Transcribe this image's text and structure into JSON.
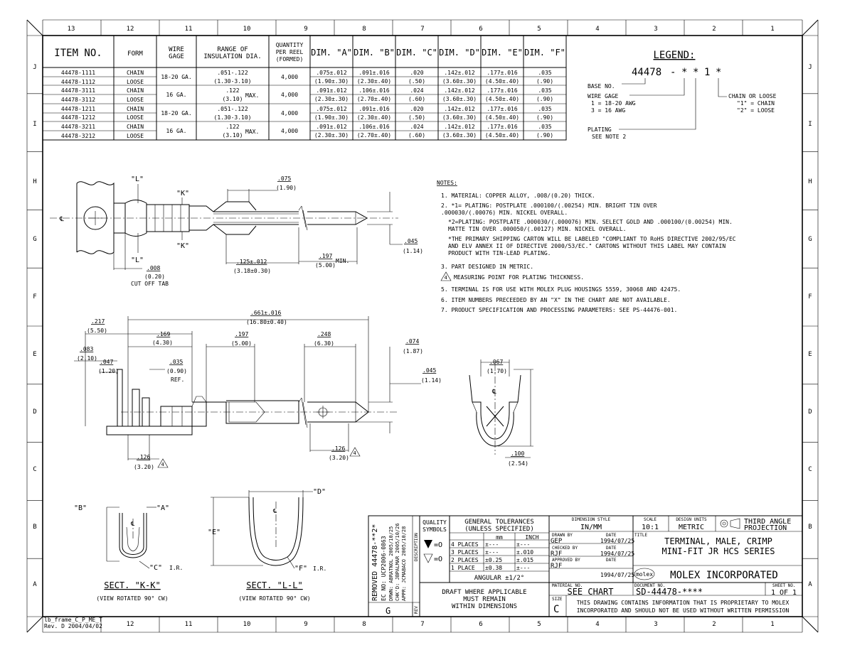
{
  "border": {
    "top_zones": [
      "13",
      "12",
      "11",
      "10",
      "9",
      "8",
      "7",
      "6",
      "5",
      "4",
      "3",
      "2",
      "1"
    ],
    "bottom_zones": [
      "12",
      "11",
      "10",
      "9",
      "8",
      "7",
      "6",
      "5",
      "4",
      "3",
      "2",
      "1"
    ],
    "side_zones": [
      "J",
      "I",
      "H",
      "G",
      "F",
      "E",
      "D",
      "C",
      "B",
      "A"
    ],
    "frame_name": "lb_frame_C_P_ME_T",
    "frame_rev": "Rev. D 2004/04/02"
  },
  "table": {
    "headers": [
      "ITEM NO.",
      "FORM",
      "WIRE GAGE",
      "RANGE OF INSULATION DIA.",
      "QUANTITY PER REEL (FORMED)",
      "DIM. \"A\"",
      "DIM. \"B\"",
      "DIM. \"C\"",
      "DIM. \"D\"",
      "DIM. \"E\"",
      "DIM. \"F\""
    ],
    "header_lines": {
      "wire": [
        "WIRE",
        "GAGE"
      ],
      "range": [
        "RANGE OF",
        "INSULATION DIA."
      ],
      "qty": [
        "QUANTITY",
        "PER REEL",
        "(FORMED)"
      ]
    },
    "rows": [
      {
        "item": [
          "44478-1111",
          "44478-1112"
        ],
        "form": [
          "CHAIN",
          "LOOSE"
        ],
        "gage": "18-20 GA.",
        "range": [
          ".051-.122",
          "(1.30-3.10)"
        ],
        "range_max": "",
        "qty": "4,000",
        "a": [
          ".075±.012",
          "(1.90±.30)"
        ],
        "b": [
          ".091±.016",
          "(2.30±.40)"
        ],
        "c": [
          ".020",
          "(.50)"
        ],
        "d": [
          ".142±.012",
          "(3.60±.30)"
        ],
        "e": [
          ".177±.016",
          "(4.50±.40)"
        ],
        "f": [
          ".035",
          "(.90)"
        ]
      },
      {
        "item": [
          "44478-3111",
          "44478-3112"
        ],
        "form": [
          "CHAIN",
          "LOOSE"
        ],
        "gage": "16 GA.",
        "range": [
          ".122",
          "(3.10)"
        ],
        "range_max": "MAX.",
        "qty": "4,000",
        "a": [
          ".091±.012",
          "(2.30±.30)"
        ],
        "b": [
          ".106±.016",
          "(2.70±.40)"
        ],
        "c": [
          ".024",
          "(.60)"
        ],
        "d": [
          ".142±.012",
          "(3.60±.30)"
        ],
        "e": [
          ".177±.016",
          "(4.50±.40)"
        ],
        "f": [
          ".035",
          "(.90)"
        ]
      },
      {
        "item": [
          "44478-1211",
          "44478-1212"
        ],
        "form": [
          "CHAIN",
          "LOOSE"
        ],
        "gage": "18-20 GA.",
        "range": [
          ".051-.122",
          "(1.30-3.10)"
        ],
        "range_max": "",
        "qty": "4,000",
        "a": [
          ".075±.012",
          "(1.90±.30)"
        ],
        "b": [
          ".091±.016",
          "(2.30±.40)"
        ],
        "c": [
          ".020",
          "(.50)"
        ],
        "d": [
          ".142±.012",
          "(3.60±.30)"
        ],
        "e": [
          ".177±.016",
          "(4.50±.40)"
        ],
        "f": [
          ".035",
          "(.90)"
        ]
      },
      {
        "item": [
          "44478-3211",
          "44478-3212"
        ],
        "form": [
          "CHAIN",
          "LOOSE"
        ],
        "gage": "16 GA.",
        "range": [
          ".122",
          "(3.10)"
        ],
        "range_max": "MAX.",
        "qty": "4,000",
        "a": [
          ".091±.012",
          "(2.30±.30)"
        ],
        "b": [
          ".106±.016",
          "(2.70±.40)"
        ],
        "c": [
          ".024",
          "(.60)"
        ],
        "d": [
          ".142±.012",
          "(3.60±.30)"
        ],
        "e": [
          ".177±.016",
          "(4.50±.40)"
        ],
        "f": [
          ".035",
          "(.90)"
        ]
      }
    ]
  },
  "legend": {
    "title": "LEGEND:",
    "code": [
      "44478",
      "-",
      "*",
      "*",
      "1",
      "*"
    ],
    "base_no": "BASE NO.",
    "wire_gage": [
      "WIRE GAGE",
      "1 = 18-20 AWG",
      "3 = 16 AWG"
    ],
    "chain": [
      "CHAIN OR LOOSE",
      "\"1\" = CHAIN",
      "\"2\" = LOOSE"
    ],
    "plating": [
      "PLATING",
      "SEE NOTE 2"
    ]
  },
  "notes": {
    "title": "NOTES:",
    "lines": [
      "1. MATERIAL: COPPER ALLOY, .008/(0.20) THICK.",
      "2. *1= PLATING: POSTPLATE .000100/(.00254) MIN. BRIGHT TIN OVER",
      "   .000030/(.00076) MIN. NICKEL OVERALL.",
      " *2=PLATING: POSTPLATE .000030/(.000076) MIN. SELECT GOLD AND .000100/(0.00254) MIN.",
      "    MATTE TIN OVER .000050/(.00127) MIN. NICKEL OVERALL.",
      " *THE PRIMARY SHIPPING CARTON WILL BE LABELED \"COMPLIANT TO RoHS DIRECTIVE 2002/95/EC",
      "  AND ELV ANNEX II OF DIRECTIVE 2000/53/EC.\" CARTONS WITHOUT THIS LABEL MAY CONTAIN",
      "  PRODUCT WITH TIN-LEAD PLATING.",
      "3. PART DESIGNED IN METRIC.",
      "MEASURING POINT FOR PLATING THICKNESS.",
      "5. TERMINAL IS FOR USE WITH MOLEX PLUG HOUSINGS 5559, 30068 AND 42475.",
      "6. ITEM NUMBERS PRECEEDED BY AN \"X\" IN THE CHART ARE NOT AVAILABLE.",
      "7. PRODUCT SPECIFICATION AND PROCESSING PARAMETERS: SEE PS-44476-001."
    ]
  },
  "dims": {
    "top": {
      "L": "\"L\"",
      "K": "\"K\"",
      "d075": [
        ".075",
        "(1.90)"
      ],
      "d045": [
        ".045",
        "(1.14)"
      ],
      "d125": [
        ".125±.012",
        "(3.18±0.30)"
      ],
      "d197": [
        ".197",
        "(5.00)"
      ],
      "min": "MIN.",
      "d008": [
        ".008",
        "(0.20)"
      ],
      "cut": "CUT OFF TAB"
    },
    "side": {
      "d217": [
        ".217",
        "(5.50)"
      ],
      "d169": [
        ".169",
        "(4.30)"
      ],
      "d197": [
        ".197",
        "(5.00)"
      ],
      "d248": [
        ".248",
        "(6.30)"
      ],
      "d661": [
        ".661±.016",
        "(16.80±0.40)"
      ],
      "d083": [
        ".083",
        "(2.10)"
      ],
      "d047": [
        ".047",
        "(1.20)"
      ],
      "d035": [
        ".035",
        "(0.90)"
      ],
      "ref": "REF.",
      "d074": [
        ".074",
        "(1.87)"
      ],
      "d045": [
        ".045",
        "(1.14)"
      ],
      "d126a": [
        ".126",
        "(3.20)"
      ],
      "d126b": [
        ".126",
        "(3.20)"
      ],
      "flag": "4"
    },
    "end": {
      "d067": [
        ".067",
        "(1.70)"
      ],
      "d100": [
        ".100",
        "(2.54)"
      ]
    },
    "sectK": {
      "B": "\"B\"",
      "A": "\"A\"",
      "C": "\"C\"",
      "ir": "I.R.",
      "title": "SECT. \"K-K\"",
      "sub": "(VIEW ROTATED 90° CW)"
    },
    "sectL": {
      "D": "\"D\"",
      "E": "\"E\"",
      "F": "\"F\"",
      "ir": "I.R.",
      "title": "SECT. \"L-L\"",
      "sub": "(VIEW ROTATED 90° CW)"
    }
  },
  "titleblock": {
    "revision": [
      "REMOVED 44478-**2*",
      "EC NO: UCP2006-0863",
      "DRWN: ABRATNOL 2005/10/25",
      "CHK'D: JBPALMAR 2005/10/26",
      "APPR: JCMABACO 2005/10/28"
    ],
    "rev_letter": "G",
    "desc": "DESCRIPTION",
    "rev_label": "REV",
    "quality": [
      "QUALITY",
      "SYMBOLS"
    ],
    "q1": "=O",
    "q2": "=O",
    "gen_tol": [
      "GENERAL TOLERANCES",
      "(UNLESS SPECIFIED)"
    ],
    "tol_head": [
      "mm",
      "INCH"
    ],
    "tol_rows": [
      [
        "4 PLACES",
        "±---",
        "±---"
      ],
      [
        "3 PLACES",
        "±---",
        "±.010"
      ],
      [
        "2 PLACES",
        "±0.25",
        "±.015"
      ],
      [
        "1 PLACE",
        "±0.38",
        "±---"
      ]
    ],
    "angular": "ANGULAR ±1/2°",
    "draft": [
      "DRAFT WHERE APPLICABLE",
      "MUST REMAIN",
      "WITHIN DIMENSIONS"
    ],
    "dim_style_label": "DIMENSION STYLE",
    "dim_style": "IN/MM",
    "scale_label": "SCALE",
    "scale": "10:1",
    "units_label": "DESIGN UNITS",
    "units": "METRIC",
    "projection": [
      "THIRD ANGLE",
      "PROJECTION"
    ],
    "drawn_label": "DRAWN BY",
    "drawn": "GEP",
    "drawn_date": "1994/07/25",
    "checked_label": "CHECKED BY",
    "checked": "RJF",
    "checked_date": "1994/07/25",
    "approved_label": "APPROVED BY",
    "approved": "RJF",
    "approved_date": "1994/07/25",
    "date_label": "DATE",
    "title_label": "TITLE",
    "title": [
      "TERMINAL, MALE, CRIMP",
      "MINI-FIT JR HCS SERIES"
    ],
    "molex": "molex",
    "company": "MOLEX INCORPORATED",
    "material_label": "MATERIAL NO.",
    "material": "SEE CHART",
    "doc_label": "DOCUMENT NO.",
    "doc": "SD-44478-****",
    "sheet_label": "SHEET NO.",
    "sheet": "1 OF 1",
    "size_label": "SIZE",
    "size": "C",
    "proprietary": [
      "THIS DRAWING CONTAINS INFORMATION THAT IS PROPRIETARY TO MOLEX",
      "INCORPORATED AND SHOULD NOT BE USED WITHOUT WRITTEN PERMISSION"
    ]
  }
}
